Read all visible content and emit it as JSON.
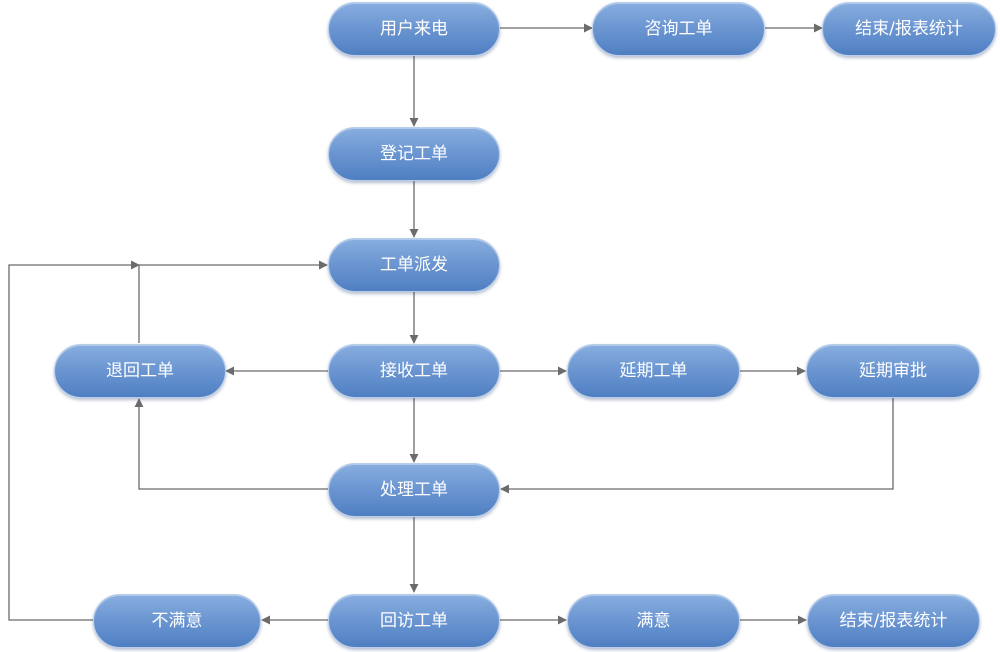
{
  "nodes": {
    "incoming_call": "用户来电",
    "consult_ticket": "咨询工单",
    "end_report_top": "结束/报表统计",
    "register_ticket": "登记工单",
    "dispatch_ticket": "工单派发",
    "return_ticket": "退回工单",
    "receive_ticket": "接收工单",
    "extend_ticket": "延期工单",
    "extend_approval": "延期审批",
    "process_ticket": "处理工单",
    "dissatisfied": "不满意",
    "follow_up_ticket": "回访工单",
    "satisfied": "满意",
    "end_report_bottom": "结束/报表统计"
  },
  "colors": {
    "node_fill_top": "#88aee0",
    "node_fill_bottom": "#4f7fc2",
    "connector": "#6b6b6b"
  }
}
